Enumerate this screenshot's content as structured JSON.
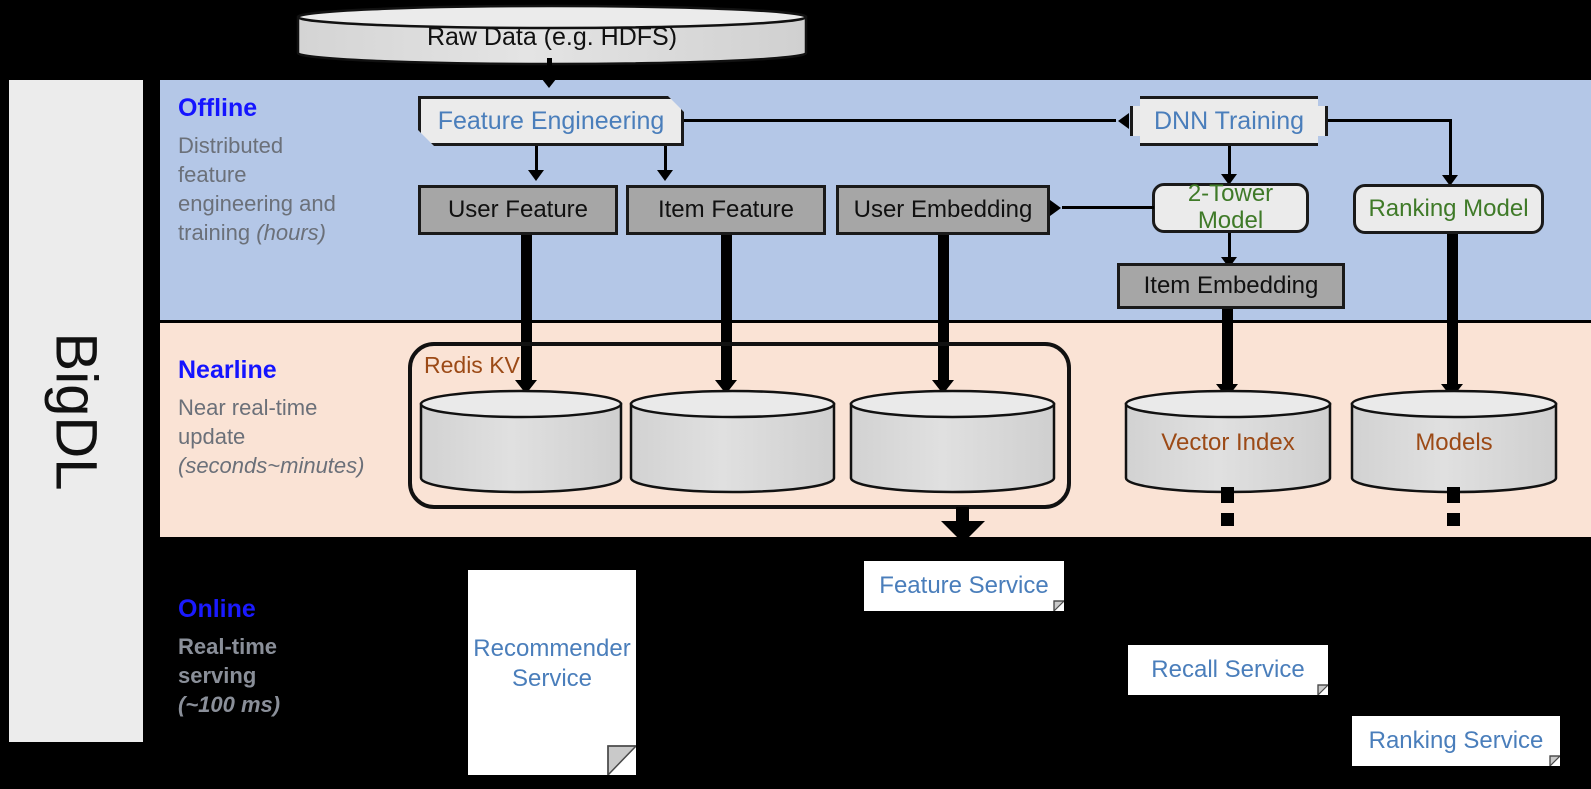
{
  "diagram": {
    "platform_label": "BigDL",
    "source": {
      "label": "Raw Data (e.g. HDFS)",
      "shape": "cylinder"
    },
    "bands": [
      {
        "id": "offline",
        "title": "Offline",
        "description_line1": "Distributed",
        "description_line2": "feature",
        "description_line3": "engineering and",
        "description_line4": "training ",
        "description_emph": "(hours)",
        "background": "#b4c7e7",
        "title_color": "#1414ff"
      },
      {
        "id": "nearline",
        "title": "Nearline",
        "description_line1": "Near real-time",
        "description_line2": "update",
        "description_emph": "(seconds~minutes)",
        "background": "#fae3d5",
        "title_color": "#1414ff"
      },
      {
        "id": "online",
        "title": "Online",
        "description_line1": "Real-time",
        "description_line2": "serving",
        "description_emph": "(~100 ms)",
        "background": "#000000",
        "title_color": "#1a1aff"
      }
    ],
    "offline_nodes": {
      "feature_engineering": {
        "label": "Feature Engineering",
        "color": "#4a7ebb",
        "shape": "card"
      },
      "dnn_training": {
        "label": "DNN Training",
        "color": "#4a7ebb",
        "shape": "notched-card"
      },
      "two_tower_model": {
        "label": "2-Tower Model",
        "color": "#3f7a28",
        "shape": "rounded"
      },
      "ranking_model": {
        "label": "Ranking Model",
        "color": "#3f7a28",
        "shape": "rounded"
      },
      "user_feature": {
        "label": "User Feature",
        "color": "#111111",
        "shape": "box"
      },
      "item_feature": {
        "label": "Item Feature",
        "color": "#111111",
        "shape": "box"
      },
      "user_embedding": {
        "label": "User Embedding",
        "color": "#111111",
        "shape": "box"
      },
      "item_embedding": {
        "label": "Item Embedding",
        "color": "#111111",
        "shape": "box"
      }
    },
    "nearline_nodes": {
      "redis_group_label": "Redis KV",
      "redis_group_label_color": "#9c4a16",
      "store_user_feature": {
        "label": "",
        "shape": "cylinder"
      },
      "store_item_feature": {
        "label": "",
        "shape": "cylinder"
      },
      "store_user_embedding": {
        "label": "",
        "shape": "cylinder"
      },
      "vector_index": {
        "label": "Vector Index",
        "color": "#9c4a16",
        "shape": "cylinder"
      },
      "models": {
        "label": "Models",
        "color": "#9c4a16",
        "shape": "cylinder"
      }
    },
    "online_nodes": {
      "recommender_service": {
        "label_line1": "Recommender",
        "label_line2": "Service",
        "color": "#4a7ebb"
      },
      "feature_service": {
        "label": "Feature Service",
        "color": "#4a7ebb"
      },
      "recall_service": {
        "label": "Recall Service",
        "color": "#4a7ebb"
      },
      "ranking_service": {
        "label": "Ranking Service",
        "color": "#4a7ebb"
      }
    }
  }
}
